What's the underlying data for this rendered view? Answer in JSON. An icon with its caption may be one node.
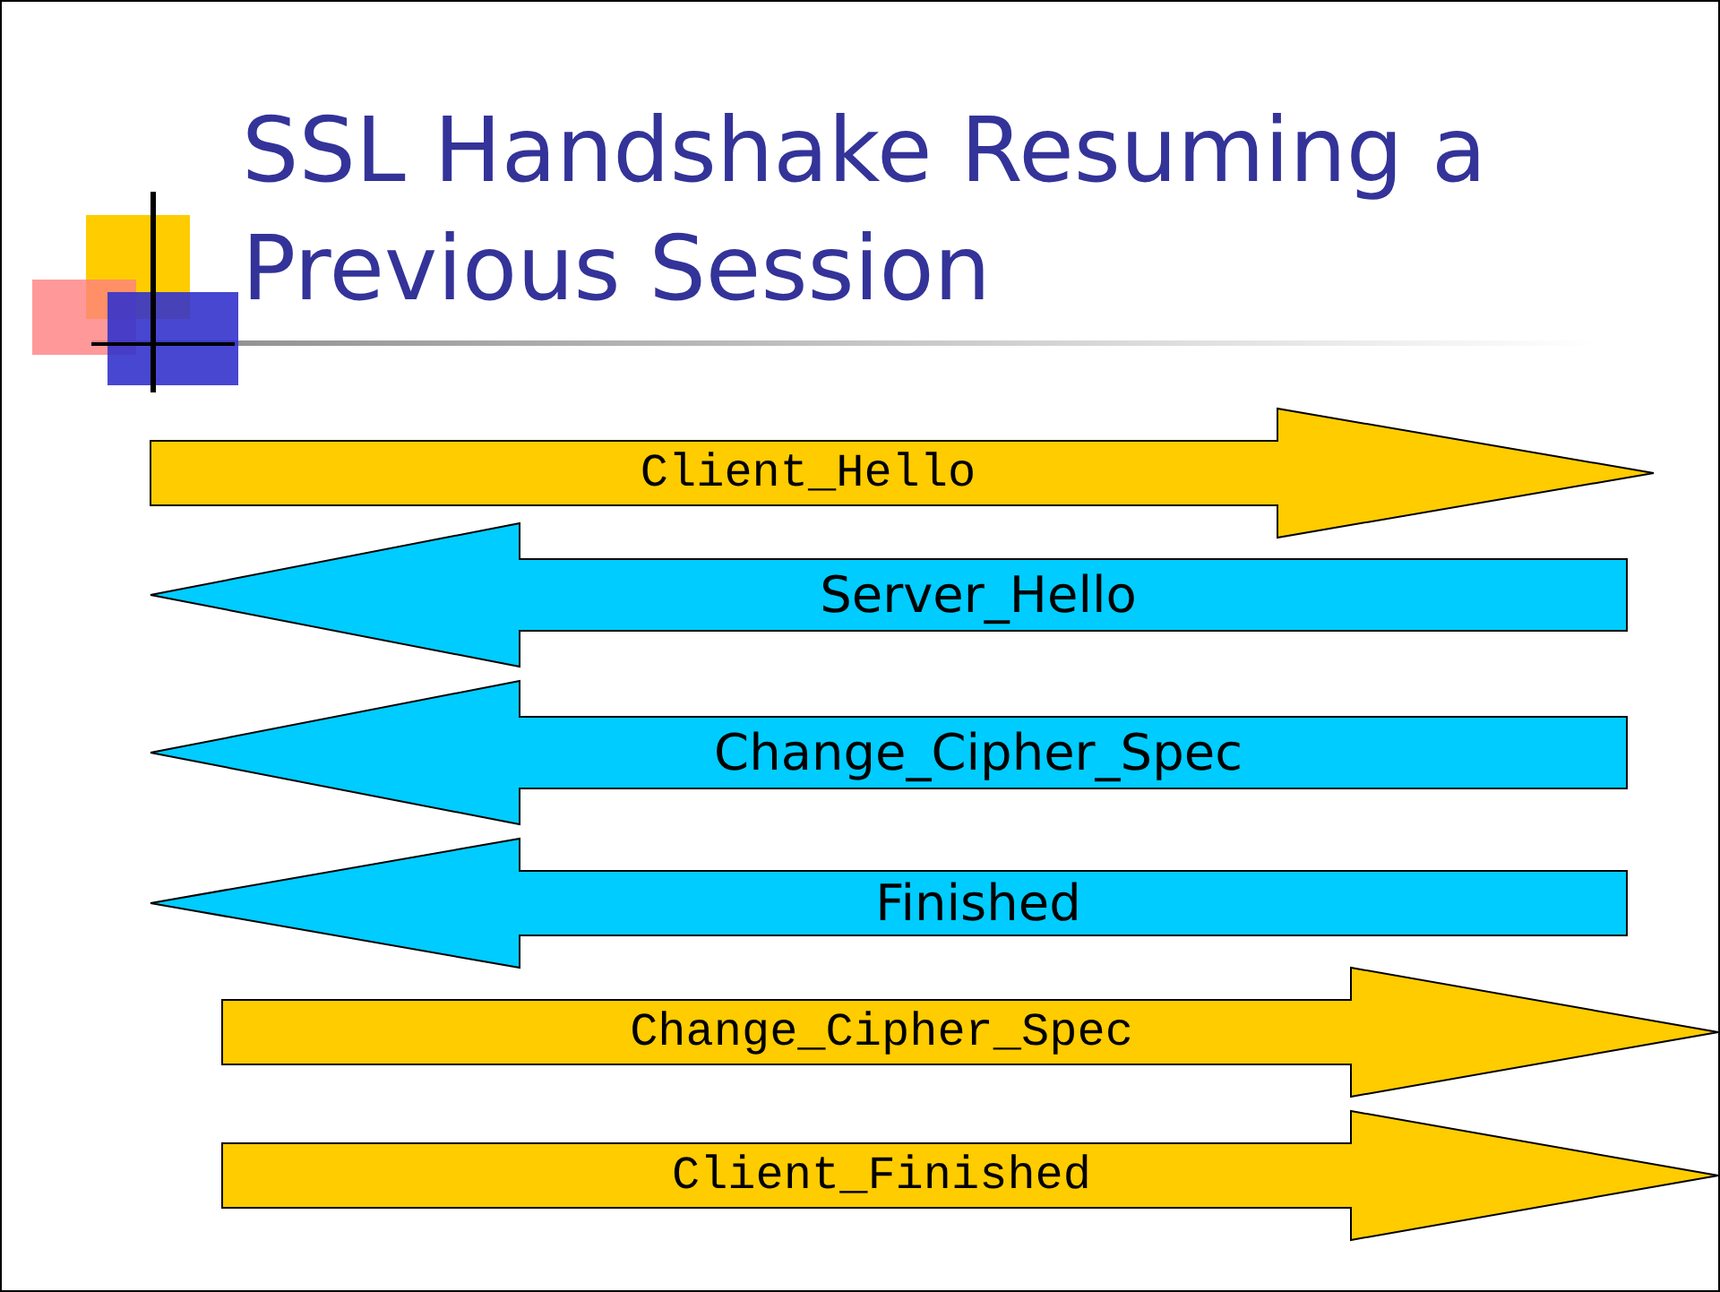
{
  "diagram": {
    "title": "SSL Handshake Resuming a Previous Session",
    "nodes": [
      {
        "text": [
          "Client_Hello"
        ]
      },
      {
        "text": [
          "Server_Hello"
        ]
      },
      {
        "text": [
          "Change_Cipher_Spec"
        ]
      },
      {
        "text": [
          "Finished"
        ]
      },
      {
        "text": [
          "Change_Cipher_Spec"
        ]
      },
      {
        "text": [
          "Client_Finished"
        ]
      }
    ]
  }
}
